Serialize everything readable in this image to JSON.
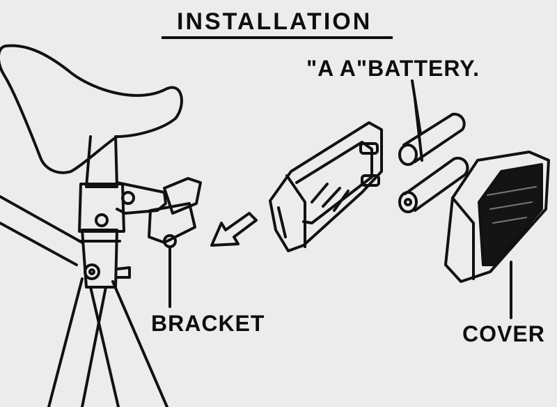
{
  "diagram": {
    "title": "INSTALLATION",
    "labels": {
      "battery": "\"A  A\"BATTERY.",
      "bracket": "BRACKET",
      "cover": "COVER"
    }
  }
}
